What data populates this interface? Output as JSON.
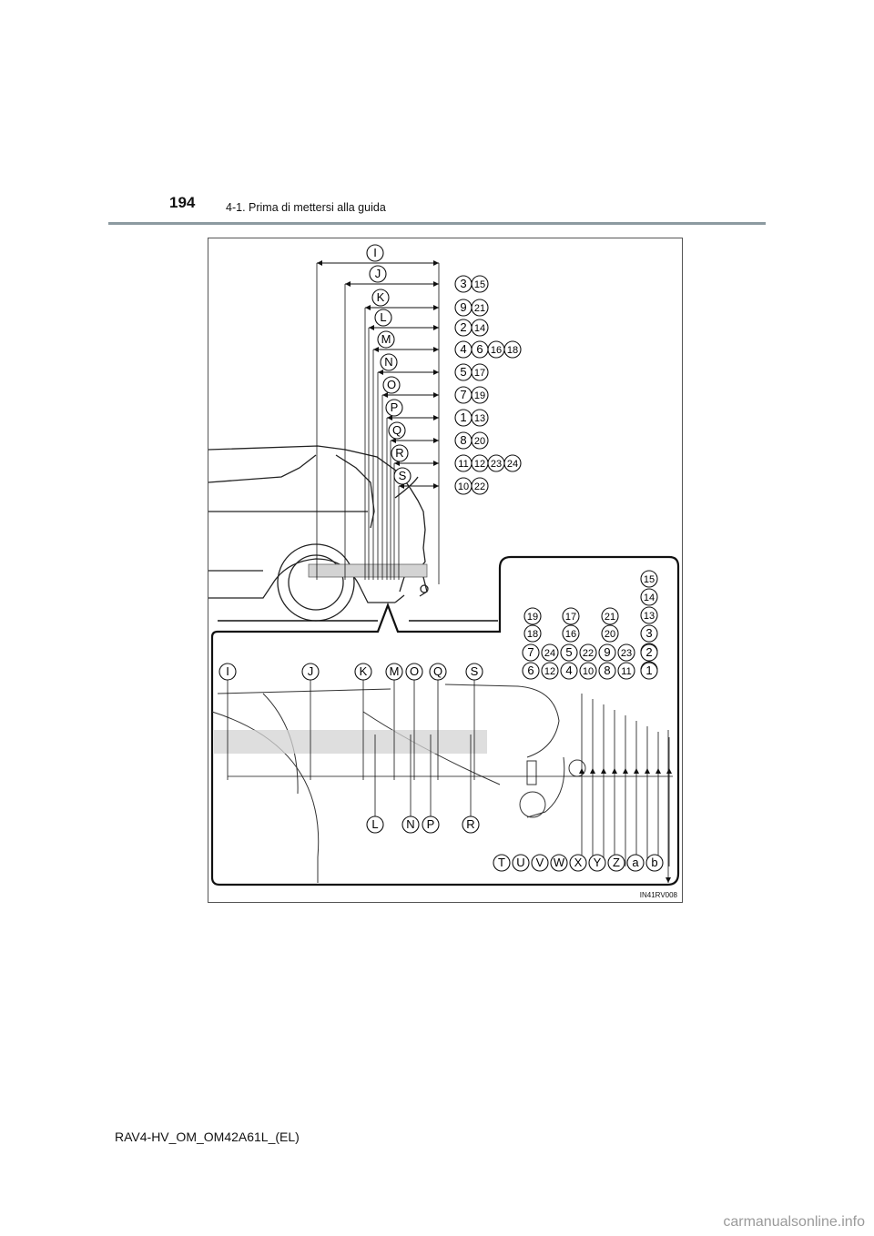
{
  "header": {
    "page_number": "194",
    "section_title": "4-1. Prima di mettersi alla guida"
  },
  "figure": {
    "code": "IN41RV008",
    "upper_labels": [
      "I",
      "J",
      "K",
      "L",
      "M",
      "N",
      "O",
      "P",
      "Q",
      "R",
      "S"
    ],
    "upper_callouts": [
      [
        "3",
        "15"
      ],
      [
        "9",
        "21"
      ],
      [
        "2",
        "14"
      ],
      [
        "4",
        "6",
        "16",
        "18"
      ],
      [
        "5",
        "17"
      ],
      [
        "7",
        "19"
      ],
      [
        "1",
        "13"
      ],
      [
        "8",
        "20"
      ],
      [
        "11",
        "12",
        "23",
        "24"
      ],
      [
        "10",
        "22"
      ]
    ],
    "inset_top_labels": [
      "I",
      "J",
      "K",
      "M",
      "O",
      "Q",
      "S"
    ],
    "inset_bottom_labels": [
      "L",
      "N",
      "P",
      "R"
    ],
    "inset_right_stack": [
      "15",
      "14",
      "13",
      "3",
      "2",
      "1"
    ],
    "inset_grid_rows": [
      [
        "19",
        "17",
        "21"
      ],
      [
        "18",
        "16",
        "20"
      ],
      [
        "7",
        "24",
        "5",
        "22",
        "9",
        "23"
      ],
      [
        "6",
        "12",
        "4",
        "10",
        "8",
        "11"
      ]
    ],
    "inset_lower_labels": [
      "T",
      "U",
      "V",
      "W",
      "X",
      "Y",
      "Z",
      "a",
      "b"
    ]
  },
  "footer": {
    "model_code": "RAV4-HV_OM_OM42A61L_(EL)",
    "watermark": "carmanualsonline.info"
  }
}
